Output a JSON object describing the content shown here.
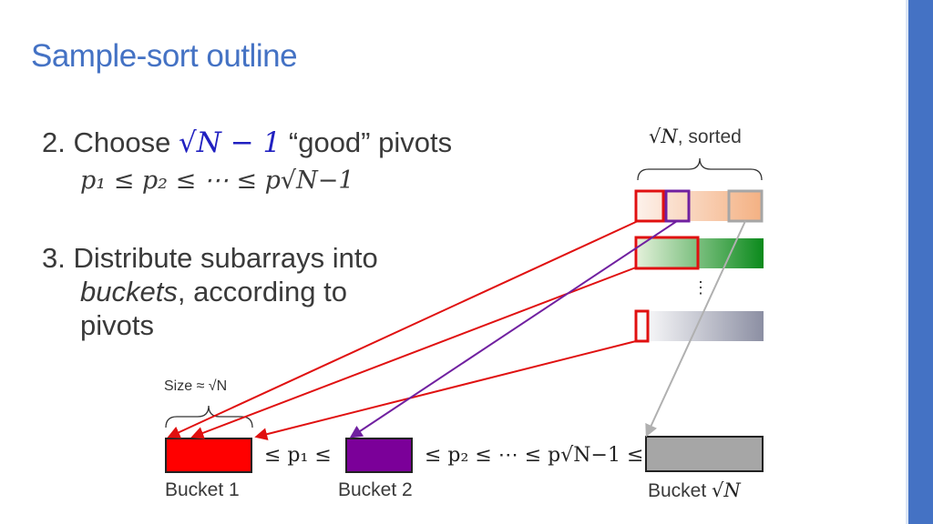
{
  "slide": {
    "title": "Sample-sort outline",
    "step2": {
      "number": "2.",
      "prefix": "Choose",
      "pivot_count": "√N − 1",
      "suffix": "“good” pivots",
      "order": "p₁ ≤ p₂ ≤ ⋯ ≤ p√N−1"
    },
    "step3": {
      "number": "3.",
      "line1": "Distribute subarrays into",
      "buckets_word": "buckets",
      "line2_rest": ", according to",
      "line3": "pivots"
    },
    "subarrays": {
      "label_math": "√N",
      "label_text": ", sorted",
      "vertical_dots": "⋮"
    },
    "buckets": {
      "size_label": "Size ≈ √N",
      "sep1": "≤ p₁ ≤",
      "sep2": "≤ p₂ ≤ ⋯ ≤ p√N−1 ≤",
      "bucket1": "Bucket 1",
      "bucket2": "Bucket 2",
      "bucketN_text": "Bucket",
      "bucketN_math": "√N"
    }
  },
  "colors": {
    "title": "#4472c4",
    "accent_bar": "#4472c4",
    "bucket1": "#ff0000",
    "bucket2": "#7b0099",
    "bucketN": "#a6a6a6",
    "arrow_red": "#e01010",
    "arrow_purple": "#7020a0",
    "arrow_gray": "#b0b0b0"
  }
}
